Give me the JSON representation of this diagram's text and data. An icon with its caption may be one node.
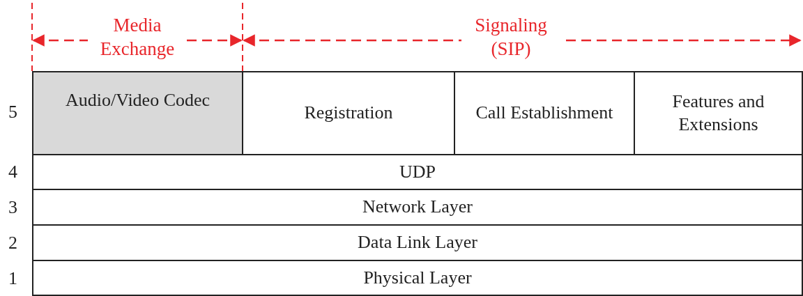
{
  "diagram": {
    "nodes": [
      {
        "text": [
          "Audio/Video Codec"
        ]
      },
      {
        "text": [
          "Registration"
        ]
      },
      {
        "text": [
          "Call Establishment"
        ]
      },
      {
        "text": [
          "Features and Extensions"
        ]
      },
      {
        "text": [
          "UDP"
        ]
      },
      {
        "text": [
          "Network Layer"
        ]
      },
      {
        "text": [
          "Data Link Layer"
        ]
      },
      {
        "text": [
          "Physical Layer"
        ]
      }
    ],
    "labels": [
      "5",
      "4",
      "3",
      "2",
      "1",
      "Media Exchange",
      "Signaling (SIP)"
    ]
  }
}
